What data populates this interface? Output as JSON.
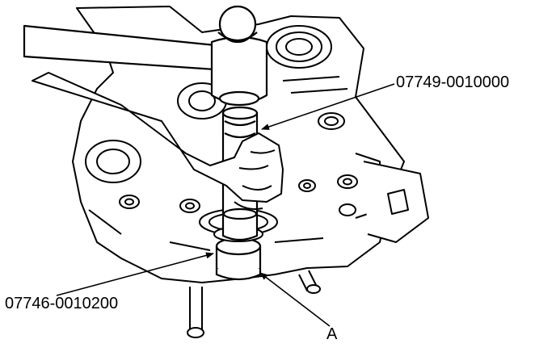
{
  "callouts": {
    "tool_upper": "07749-0010000",
    "tool_lower": "07746-0010200",
    "part": "A"
  }
}
